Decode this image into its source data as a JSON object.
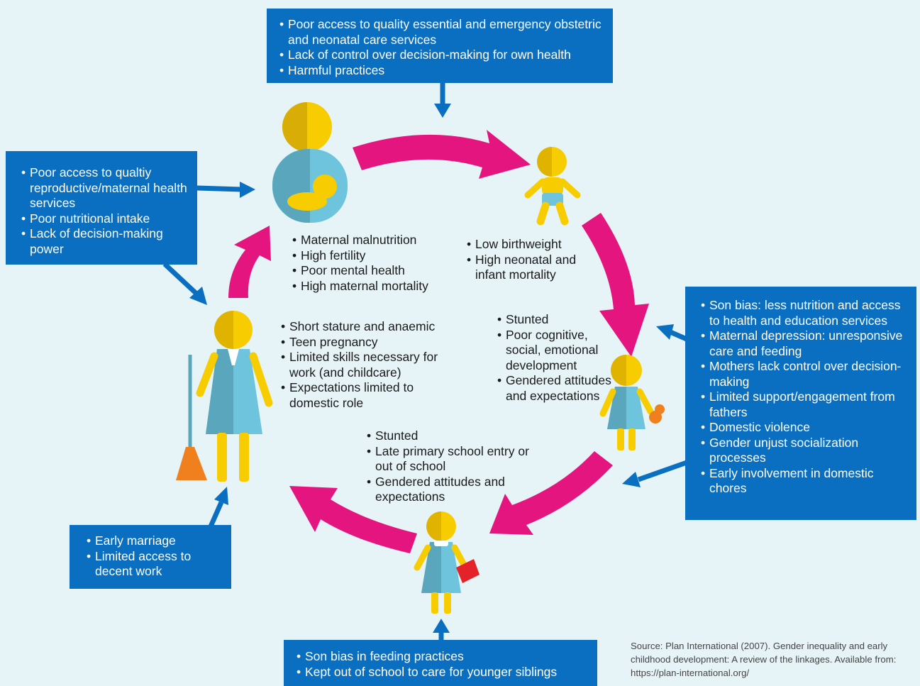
{
  "colors": {
    "box": "#0a6fc1",
    "arrow_cycle": "#e5157f",
    "background": "#e6f4f7",
    "head": "#f7cc00",
    "body_blue": "#6ec4dc"
  },
  "boxes": {
    "top": [
      "Poor access to quality essential and emergency obstetric and neonatal care services",
      "Lack of control over decision-making for own health",
      "Harmful practices"
    ],
    "left": [
      "Poor access to qualtiy reproductive/maternal health services",
      "Poor nutritional intake",
      "Lack of decision-making power"
    ],
    "right": [
      "Son bias: less nutrition and access to health and education services",
      "Maternal depression: unresponsive care and feeding",
      "Mothers lack control over decision-making",
      "Limited support/engagement from fathers",
      "Domestic violence",
      "Gender unjust socialization processes",
      "Early involvement in domestic chores"
    ],
    "bottom_left": [
      "Early marriage",
      "Limited access to decent work"
    ],
    "bottom": [
      "Son bias in feeding practices",
      "Kept out of school to care for younger siblings"
    ]
  },
  "stages": {
    "mother": [
      "Maternal malnutrition",
      "High fertility",
      "Poor mental health",
      "High maternal mortality"
    ],
    "infant": [
      "Low birthweight",
      "High neonatal and infant mortality"
    ],
    "young_child": [
      "Stunted",
      "Poor cognitive, social, emotional development",
      "Gendered attitudes and expectations"
    ],
    "school_child": [
      "Stunted",
      "Late primary school entry or out of school",
      "Gendered attitudes and expectations"
    ],
    "adolescent": [
      "Short stature and anaemic",
      "Teen pregnancy",
      "Limited skills necessary for work (and childcare)",
      "Expectations limited to domestic role"
    ]
  },
  "source": "Source: Plan International (2007). Gender inequality and early childhood development: A review of the linkages. Available from: https://plan-international.org/"
}
